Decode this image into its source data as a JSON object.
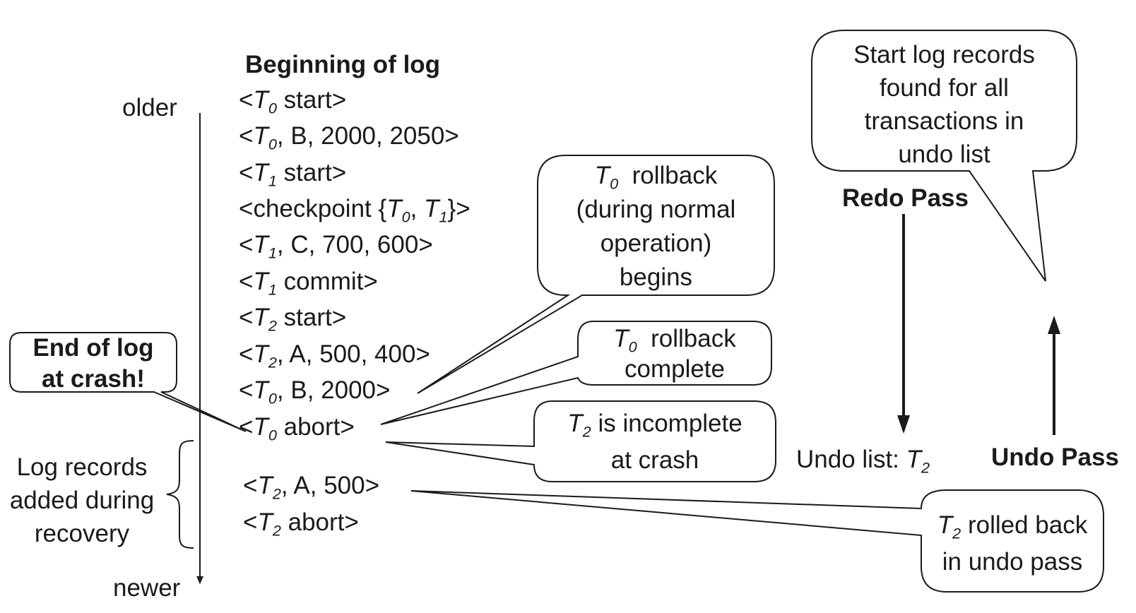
{
  "header": {
    "beginning": "Beginning of log"
  },
  "timeline": {
    "older": "older",
    "newer": "newer"
  },
  "log_records": [
    {
      "pre": "<",
      "tx": "T",
      "sub": "0",
      "post": " start>"
    },
    {
      "pre": "<",
      "tx": "T",
      "sub": "0",
      "post": ", B, 2000, 2050>"
    },
    {
      "pre": "<",
      "tx": "T",
      "sub": "1",
      "post": " start>"
    },
    {
      "pre": "<checkpoint {",
      "tx": "T",
      "sub": "0",
      "mid": ", ",
      "tx2": "T",
      "sub2": "1",
      "post": "}>"
    },
    {
      "pre": "<",
      "tx": "T",
      "sub": "1",
      "post": ", C, 700, 600>"
    },
    {
      "pre": "<",
      "tx": "T",
      "sub": "1",
      "post": " commit>"
    },
    {
      "pre": "<",
      "tx": "T",
      "sub": "2",
      "post": " start>"
    },
    {
      "pre": "<",
      "tx": "T",
      "sub": "2",
      "post": ", A, 500, 400>"
    },
    {
      "pre": "<",
      "tx": "T",
      "sub": "0",
      "post": ", B, 2000>"
    },
    {
      "pre": "<",
      "tx": "T",
      "sub": "0",
      "post": " abort>"
    },
    {
      "pre": "<",
      "tx": "T",
      "sub": "2",
      "post": ", A, 500>"
    },
    {
      "pre": "<",
      "tx": "T",
      "sub": "2",
      "post": " abort>"
    }
  ],
  "end_of_log": {
    "line1": "End of log",
    "line2": "at crash!"
  },
  "recovery_label": {
    "line1": "Log records",
    "line2": "added during",
    "line3": "recovery"
  },
  "callouts": {
    "t0_rollback_begins": {
      "tx": "T",
      "sub": "0",
      "line1_post": "  rollback",
      "line2": "(during normal",
      "line3": "operation)",
      "line4": "begins"
    },
    "t0_rollback_complete": {
      "tx": "T",
      "sub": "0",
      "line1_post": "  rollback",
      "line2": "complete"
    },
    "t2_incomplete": {
      "tx": "T",
      "sub": "2",
      "line1_post": " is incomplete",
      "line2": "at crash"
    },
    "t2_rolled_back": {
      "tx": "T",
      "sub": "2",
      "line1_post": " rolled back",
      "line2": "in undo pass"
    },
    "start_records": {
      "line1": "Start log records",
      "line2": "found for all",
      "line3": "transactions in",
      "line4": "undo list"
    }
  },
  "passes": {
    "redo": "Redo Pass",
    "undo": "Undo Pass",
    "undo_list_label": "Undo list: ",
    "undo_list_tx": "T",
    "undo_list_sub": "2"
  }
}
